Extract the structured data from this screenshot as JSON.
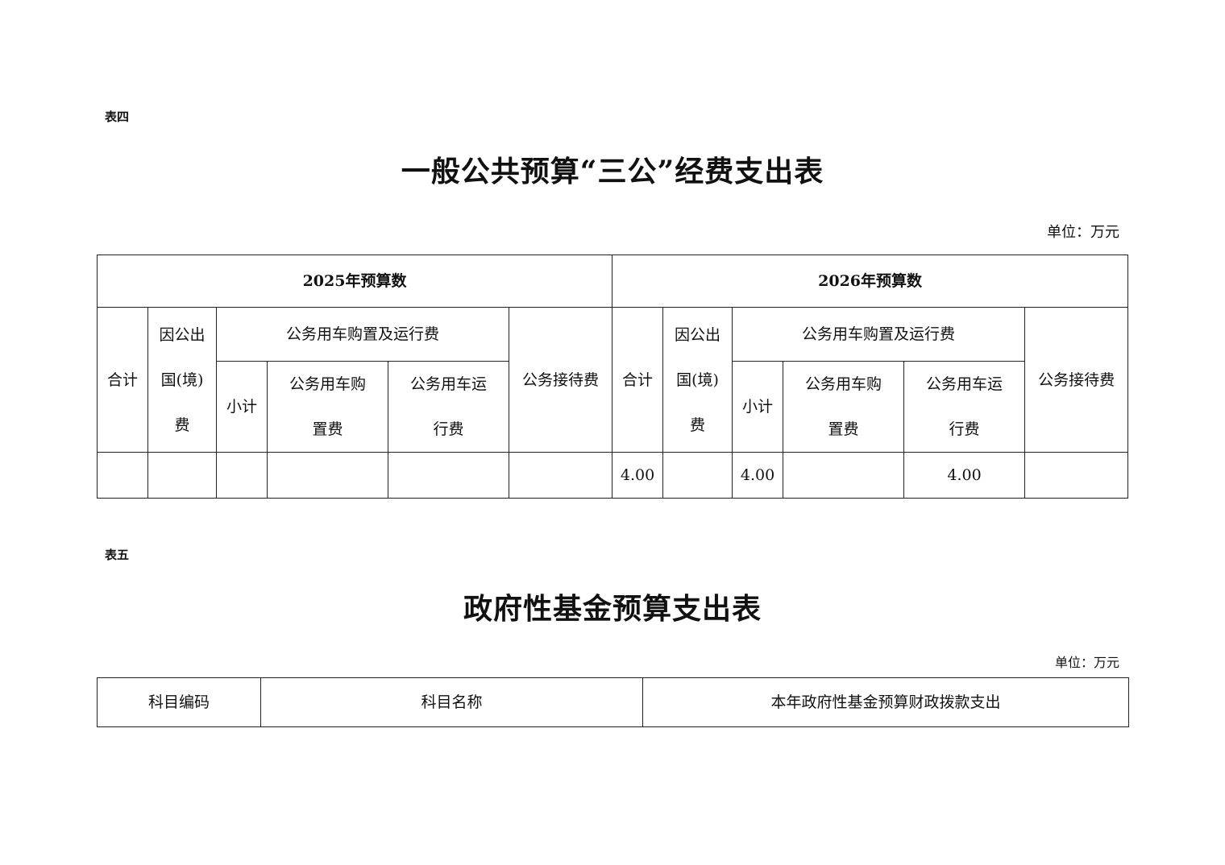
{
  "table4": {
    "label": "表四",
    "title": "一般公共预算“三公”经费支出表",
    "unit": "单位：万元",
    "years": [
      "2025年预算数",
      "2026年预算数"
    ],
    "headers": {
      "total": "合计",
      "abroad_lines": [
        "因公出",
        "国(境)",
        "费"
      ],
      "vehicle": "公务用车购置及运行费",
      "subtotal": "小计",
      "purchase_lines": [
        "公务用车购",
        "置费"
      ],
      "operation_lines": [
        "公务用车运",
        "行费"
      ],
      "reception": "公务接待费"
    },
    "rows": [
      {
        "y2025": {
          "total": "",
          "abroad": "",
          "subtotal": "",
          "purchase": "",
          "operation": "",
          "reception": ""
        },
        "y2026": {
          "total": "4.00",
          "abroad": "",
          "subtotal": "4.00",
          "purchase": "",
          "operation": "4.00",
          "reception": ""
        }
      }
    ]
  },
  "table5": {
    "label": "表五",
    "title": "政府性基金预算支出表",
    "unit": "单位：万元",
    "headers": [
      "科目编码",
      "科目名称",
      "本年政府性基金预算财政拨款支出"
    ]
  }
}
